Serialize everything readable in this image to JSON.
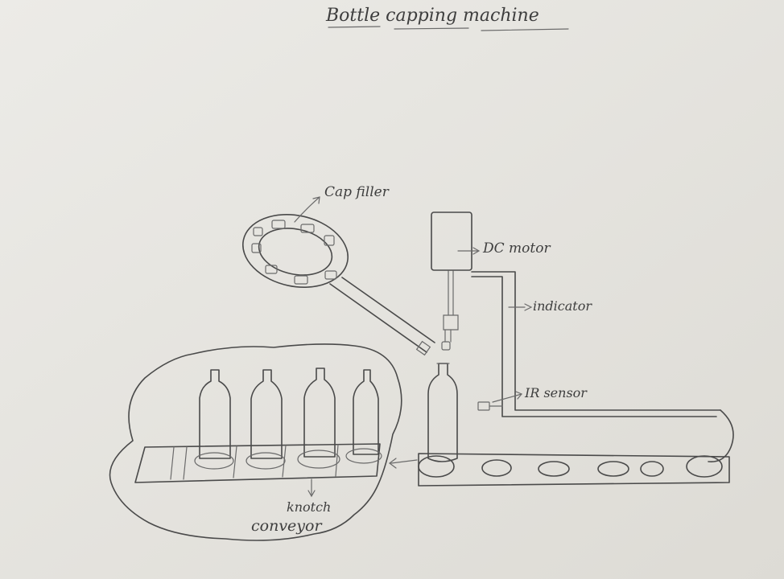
{
  "title": "Bottle capping machine",
  "labels": {
    "cap_filler": "Cap filler",
    "dc_motor": "DC motor",
    "indicator": "indicator",
    "ir_sensor": "IR sensor",
    "conveyor": "conveyor",
    "knotch": "knotch"
  },
  "colors": {
    "paper": "#e6e4df",
    "pencil": "#4a4a4a"
  }
}
